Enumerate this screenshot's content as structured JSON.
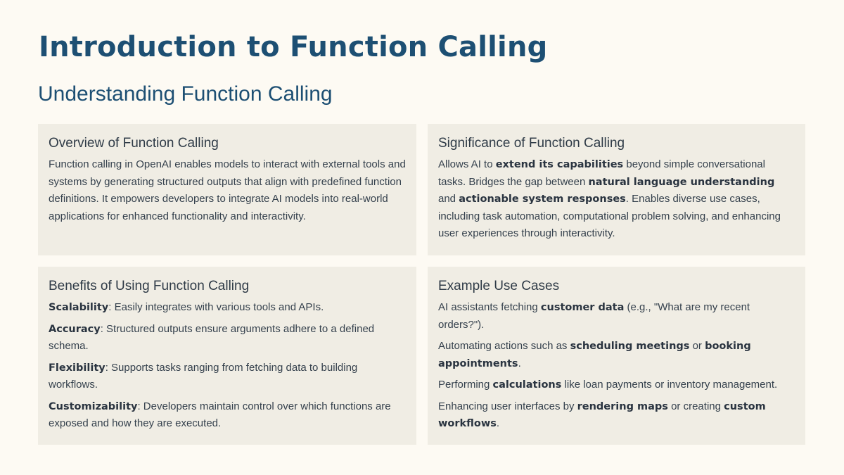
{
  "page": {
    "title": "Introduction to Function Calling",
    "subtitle": "Understanding Function Calling"
  },
  "colors": {
    "heading": "#1d4f73",
    "background": "#fdfaf3",
    "card": "#f0ede4",
    "text": "#2f3b47"
  },
  "cards": {
    "overview": {
      "heading": "Overview of Function Calling",
      "body": "Function calling in OpenAI enables models to interact with external tools and systems by generating structured outputs that align with predefined function definitions. It empowers developers to integrate AI models into real-world applications for enhanced functionality and interactivity."
    },
    "significance": {
      "heading": "Significance of Function Calling",
      "t1": "Allows AI to ",
      "b1": "extend its capabilities",
      "t2": " beyond simple conversational tasks. Bridges the gap between ",
      "b2": "natural language understanding",
      "t3": " and ",
      "b3": "actionable system responses",
      "t4": ". Enables diverse use cases, including task automation, computational problem solving, and enhancing user experiences through interactivity."
    },
    "benefits": {
      "heading": "Benefits of Using Function Calling",
      "items": [
        {
          "term": "Scalability",
          "text": ": Easily integrates with various tools and APIs."
        },
        {
          "term": "Accuracy",
          "text": ": Structured outputs ensure arguments adhere to a defined schema."
        },
        {
          "term": "Flexibility",
          "text": ": Supports tasks ranging from fetching data to building workflows."
        },
        {
          "term": "Customizability",
          "text": ": Developers maintain control over which functions are exposed and how they are executed."
        }
      ]
    },
    "examples": {
      "heading": "Example Use Cases",
      "items": [
        {
          "t1": "AI assistants fetching ",
          "b1": "customer data",
          "t2": " (e.g., \"What are my recent orders?\").",
          "b2": "",
          "t3": ""
        },
        {
          "t1": "Automating actions such as ",
          "b1": "scheduling meetings",
          "t2": " or ",
          "b2": "booking appointments",
          "t3": "."
        },
        {
          "t1": "Performing ",
          "b1": "calculations",
          "t2": " like loan payments or inventory management.",
          "b2": "",
          "t3": ""
        },
        {
          "t1": "Enhancing user interfaces by ",
          "b1": "rendering maps",
          "t2": " or creating ",
          "b2": "custom workflows",
          "t3": "."
        }
      ]
    }
  }
}
